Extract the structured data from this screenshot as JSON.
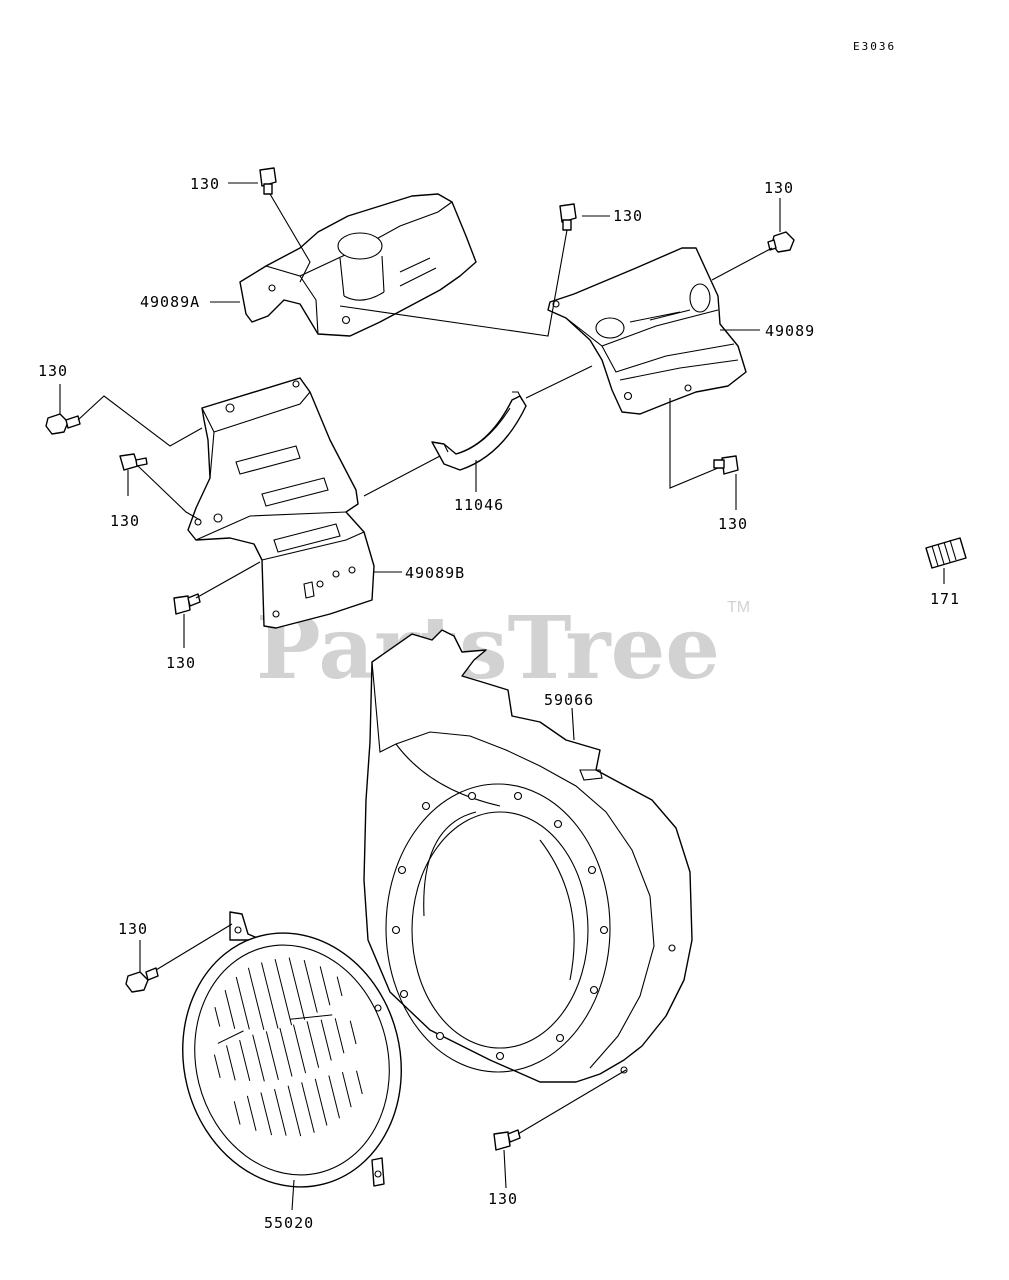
{
  "diagram_code": "E3036",
  "watermark": {
    "text": "PartsTree",
    "trademark": "TM"
  },
  "callouts": {
    "bolt_top_left": "130",
    "bolt_top_center": "130",
    "bolt_top_right": "130",
    "shroud_49089a": "49089A",
    "shroud_49089": "49089",
    "bolt_left_upper": "130",
    "bolt_left_mid": "130",
    "bolt_right_mid": "130",
    "clip_11046": "11046",
    "shroud_49089b": "49089B",
    "bolt_left_lower": "130",
    "stud_171": "171",
    "housing_59066": "59066",
    "bolt_screen": "130",
    "screen_55020": "55020",
    "bolt_housing": "130"
  }
}
